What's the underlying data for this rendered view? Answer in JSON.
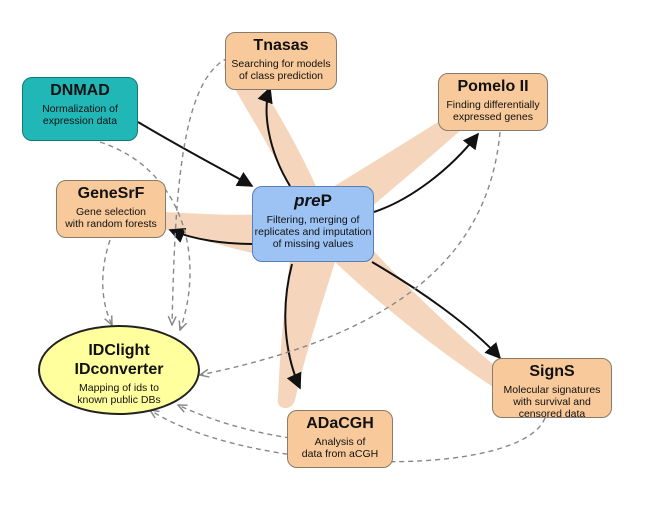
{
  "colors": {
    "tool_box": "#f8c99a",
    "dnmad_box": "#21b7b7",
    "prep_box": "#9cc3f4",
    "idc_ellipse": "#ffff9e",
    "starfish": "#f2c8a6",
    "solid_arrow": "#111111",
    "dashed_arrow": "#8a8a8a"
  },
  "nodes": {
    "dnmad": {
      "title": "DNMAD",
      "desc": [
        "Normalization of",
        "expression data"
      ]
    },
    "tnasas": {
      "title": "Tnasas",
      "desc": [
        "Searching for models",
        "of class prediction"
      ]
    },
    "pomelo": {
      "title": "Pomelo II",
      "desc": [
        "Finding differentially",
        "expressed genes"
      ]
    },
    "genesrf": {
      "title": "GeneSrF",
      "desc": [
        "Gene selection",
        "with random forests"
      ]
    },
    "prep": {
      "title_italic": "pre",
      "title_plain": "P",
      "desc": [
        "Filtering, merging of",
        "replicates and imputation",
        "of missing values"
      ]
    },
    "idc": {
      "title": [
        "IDClight",
        "IDconverter"
      ],
      "desc": [
        "Mapping of ids to",
        "known public DBs"
      ]
    },
    "adacgh": {
      "title": "ADaCGH",
      "desc": [
        "Analysis of",
        "data from aCGH"
      ]
    },
    "signs": {
      "title": "SignS",
      "desc": [
        "Molecular signatures",
        "with survival and",
        "censored data"
      ]
    }
  }
}
